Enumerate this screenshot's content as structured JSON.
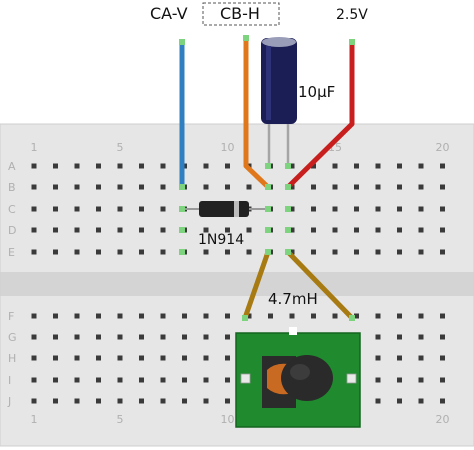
{
  "labels": {
    "ca_v": "CA-V",
    "cb_h": "CB-H",
    "v25": "2.5V",
    "cap": "10µF",
    "diode": "1N914",
    "inductor": "4.7mH"
  },
  "breadboard": {
    "top_rows": [
      "A",
      "B",
      "C",
      "D",
      "E"
    ],
    "bottom_rows": [
      "F",
      "G",
      "H",
      "I",
      "J"
    ],
    "col_labels": [
      "1",
      "5",
      "10",
      "15",
      "20"
    ],
    "columns": 20
  },
  "colors": {
    "board": "#e6e6e6",
    "channel": "#d4d4d4",
    "hole": "#3a3a3a",
    "wire_blue": "#2f7fc1",
    "wire_orange": "#e0781b",
    "wire_red": "#c81e1e",
    "wire_olive": "#a87a12",
    "pcb": "#1f8a2e",
    "connected": "#7ed37e"
  }
}
